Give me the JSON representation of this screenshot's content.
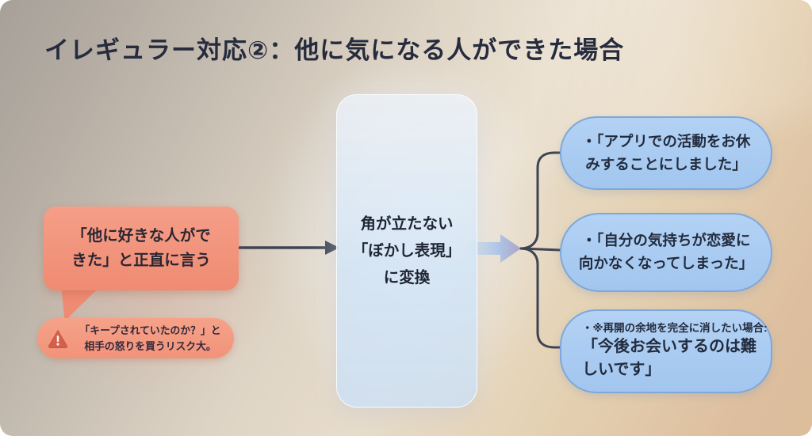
{
  "title": "イレギュラー対応②：他に気になる人ができた場合",
  "left_bubble": {
    "lines": [
      "「他に好きな人がで",
      "きた」と正直に言う"
    ]
  },
  "warning": {
    "lines": [
      "「キープされていたのか？」と",
      "相手の怒りを買うリスク大。"
    ]
  },
  "center_panel": {
    "lines": [
      "角が立たない",
      "「ぼかし表現」",
      "に変換"
    ]
  },
  "right_bubbles": [
    {
      "lines": [
        "・「アプリでの活動をお休",
        "みすることにしました」"
      ]
    },
    {
      "lines": [
        "・「自分の気持ちが恋愛に",
        "向かなくなってしまった」"
      ]
    },
    {
      "note": "・※再開の余地を完全に消したい場合:",
      "lines": [
        "「今後お会いするのは難",
        "しいです」"
      ]
    }
  ],
  "colors": {
    "title_text": "#262b3e",
    "left_bubble": "#f2937e",
    "warning_pill": "#f49e84",
    "warning_icon": "#d45f4c",
    "panel_fill": "#d6e5f6",
    "right_bubble_fill": "#a9cbf1",
    "right_bubble_border": "#7fa7d9",
    "connector": "#3f4454",
    "blue_arrow": "#aec6e9"
  }
}
